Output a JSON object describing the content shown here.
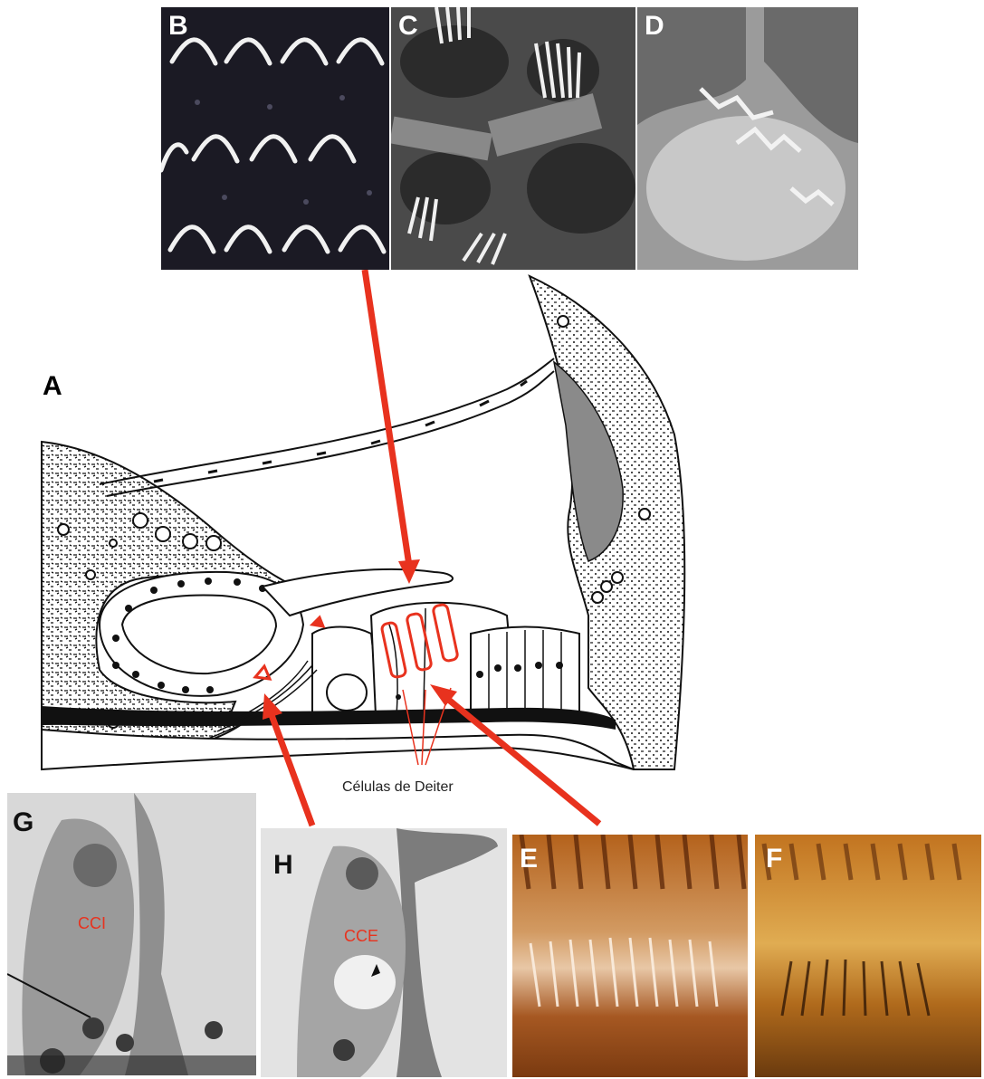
{
  "panels": {
    "a": {
      "label": "A"
    },
    "b": {
      "label": "B"
    },
    "c": {
      "label": "C"
    },
    "d": {
      "label": "D"
    },
    "e": {
      "label": "E"
    },
    "f": {
      "label": "F"
    },
    "g": {
      "label": "G",
      "cell_label": "CCI"
    },
    "h": {
      "label": "H",
      "cell_label": "CCE"
    }
  },
  "diagram": {
    "caption": "Células de Deiter"
  },
  "colors": {
    "arrow": "#e8321e",
    "ink": "#111111",
    "tissue": "#6f6f6f"
  }
}
